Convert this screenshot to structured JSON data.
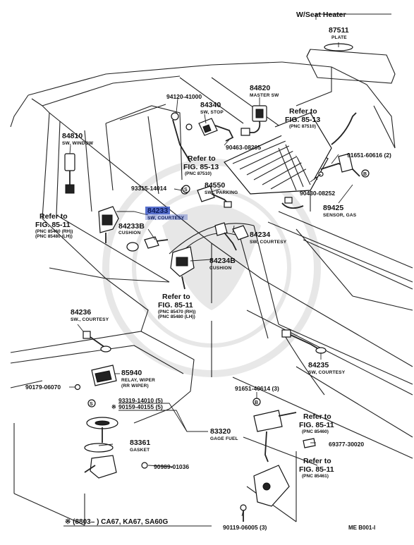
{
  "header": {
    "variant_label": "W/Seat Heater"
  },
  "parts": [
    {
      "id": "p87511",
      "number": "87511",
      "desc": "PLATE"
    },
    {
      "id": "p84820",
      "number": "84820",
      "desc": "MASTER SW"
    },
    {
      "id": "p94120",
      "number": "94120-41000",
      "desc": ""
    },
    {
      "id": "p84340",
      "number": "84340",
      "desc": "SW, STOP"
    },
    {
      "id": "p90463",
      "number": "90463-08205",
      "desc": ""
    },
    {
      "id": "p84810",
      "number": "84810",
      "desc": "SW, WINDOW"
    },
    {
      "id": "p93315",
      "number": "93315-14014",
      "desc": ""
    },
    {
      "id": "p84550",
      "number": "84550",
      "desc": "SW., PARKING"
    },
    {
      "id": "p91651a",
      "number": "91651-60616 (2)",
      "desc": ""
    },
    {
      "id": "p90430",
      "number": "90430-08252",
      "desc": ""
    },
    {
      "id": "p89425",
      "number": "89425",
      "desc": "SENSOR, GAS"
    },
    {
      "id": "p84233",
      "number": "84233",
      "desc": "SW, COURTESY"
    },
    {
      "id": "p84233b",
      "number": "84233B",
      "desc": "CUSHION"
    },
    {
      "id": "p84234",
      "number": "84234",
      "desc": "SW, COURTESY"
    },
    {
      "id": "p84234b",
      "number": "84234B",
      "desc": "CUSHION"
    },
    {
      "id": "p84236",
      "number": "84236",
      "desc": "SW., COURTESY"
    },
    {
      "id": "p84235",
      "number": "84235",
      "desc": "SW, COURTESY"
    },
    {
      "id": "p85940",
      "number": "85940",
      "desc": "RELAY, WIPER"
    },
    {
      "id": "p90179",
      "number": "90179-06070",
      "desc": ""
    },
    {
      "id": "p93319",
      "number": "93319-14010 (5)",
      "desc": ""
    },
    {
      "id": "p90159",
      "number": "90159-40155 (5)",
      "desc": ""
    },
    {
      "id": "p83320",
      "number": "83320",
      "desc": "GAGE FUEL"
    },
    {
      "id": "p83361",
      "number": "83361",
      "desc": "GASKET"
    },
    {
      "id": "p90989",
      "number": "90989-01036",
      "desc": ""
    },
    {
      "id": "p91651b",
      "number": "91651-40614 (3)",
      "desc": ""
    },
    {
      "id": "p69377",
      "number": "69377-30020",
      "desc": ""
    },
    {
      "id": "p90119",
      "number": "90119-06005 (3)",
      "desc": ""
    }
  ],
  "extra_desc": {
    "relay_sub": "(RR WIPER)"
  },
  "refs": [
    {
      "id": "r1",
      "line1": "Refer to",
      "line2": "FIG. 85-13",
      "sub1": "(PNC 87510)",
      "sub2": ""
    },
    {
      "id": "r2",
      "line1": "Refer to",
      "line2": "FIG. 85-13",
      "sub1": "(PNC 87510)",
      "sub2": ""
    },
    {
      "id": "r3",
      "line1": "Refer to",
      "line2": "FIG. 85-11",
      "sub1": "(PNC 85460 (RH))",
      "sub2": "(PNC 85480 (LH))"
    },
    {
      "id": "r4",
      "line1": "Refer to",
      "line2": "FIG. 85-11",
      "sub1": "(PNC 85470 (RH))",
      "sub2": "(PNC 85480 (LH))"
    },
    {
      "id": "r5",
      "line1": "Refer to",
      "line2": "FIG. 85-11",
      "sub1": "(PNC 85460)",
      "sub2": ""
    },
    {
      "id": "r6",
      "line1": "Refer to",
      "line2": "FIG. 85-11",
      "sub1": "(PNC 85461)",
      "sub2": ""
    }
  ],
  "markers": {
    "S": "S",
    "B": "B",
    "asterisk": "※"
  },
  "footer": {
    "applicability": "※ (8803–        ) CA67, KA67, SA60G",
    "sheet_id": "ME  B001-I"
  }
}
